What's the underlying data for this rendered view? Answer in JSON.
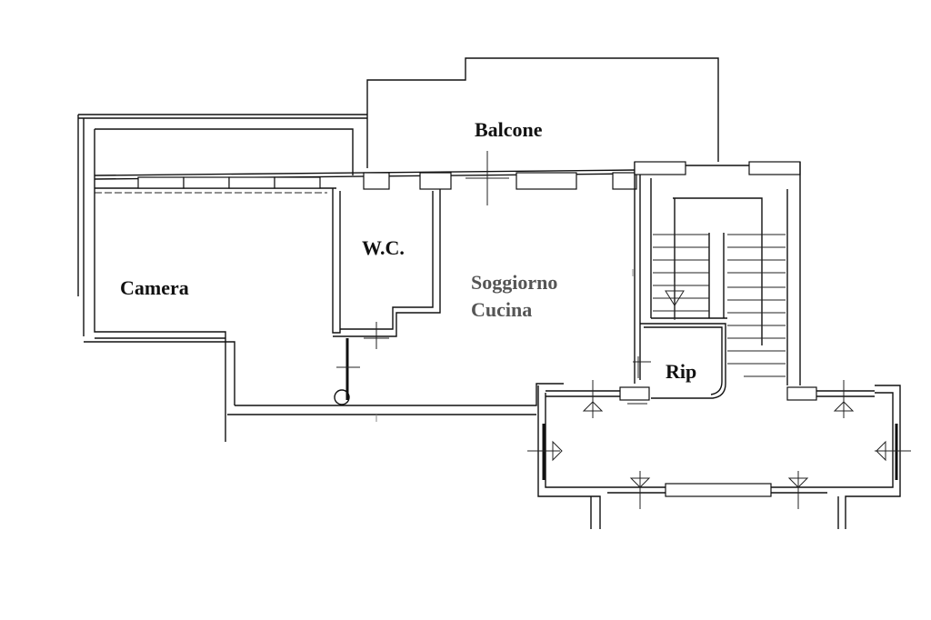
{
  "rooms": {
    "balcone": "Balcone",
    "wc": "W.C.",
    "camera": "Camera",
    "soggiorno": "Soggiorno",
    "cucina": "Cucina",
    "rip": "Rip"
  }
}
